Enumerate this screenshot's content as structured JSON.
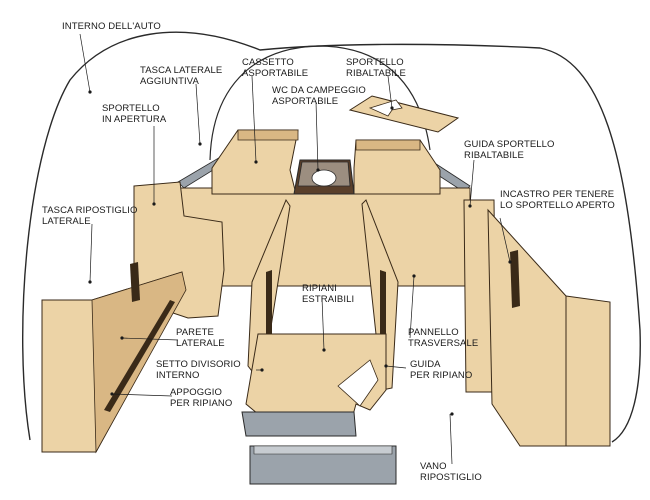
{
  "colors": {
    "wood": "#ecd3a6",
    "wood_shade": "#d9b784",
    "wood_edge": "#3a2a18",
    "metal": "#9ba3ab",
    "outline": "#2a2a2a"
  },
  "labels": {
    "interno_auto": "INTERNO DELL'AUTO",
    "tasca_laterale": "TASCA LATERALE\nAGGIUNTIVA",
    "cassetto": "CASSETTO\nASPORTABILE",
    "sportello_ribaltabile": "SPORTELLO\nRIBALTABILE",
    "wc": "WC DA CAMPEGGIO\nASPORTABILE",
    "sportello_apertura": "SPORTELLO\nIN APERTURA",
    "guida_sportello": "GUIDA SPORTELLO\nRIBALTABILE",
    "incastro": "INCASTRO PER TENERE\nLO SPORTELLO APERTO",
    "tasca_ripostiglio": "TASCA RIPOSTIGLIO\nLATERALE",
    "ripiani_estraibili": "RIPIANI\nESTRAIBILI",
    "parete_laterale": "PARETE\nLATERALE",
    "pannello_trasversale": "PANNELLO\nTRASVERSALE",
    "setto_divisorio": "SETTO DIVISORIO\nINTERNO",
    "guida_ripiano": "GUIDA\nPER RIPIANO",
    "appoggio_ripiano": "APPOGGIO\nPER RIPIANO",
    "vano_ripostiglio": "VANO\nRIPOSTIGLIO"
  }
}
